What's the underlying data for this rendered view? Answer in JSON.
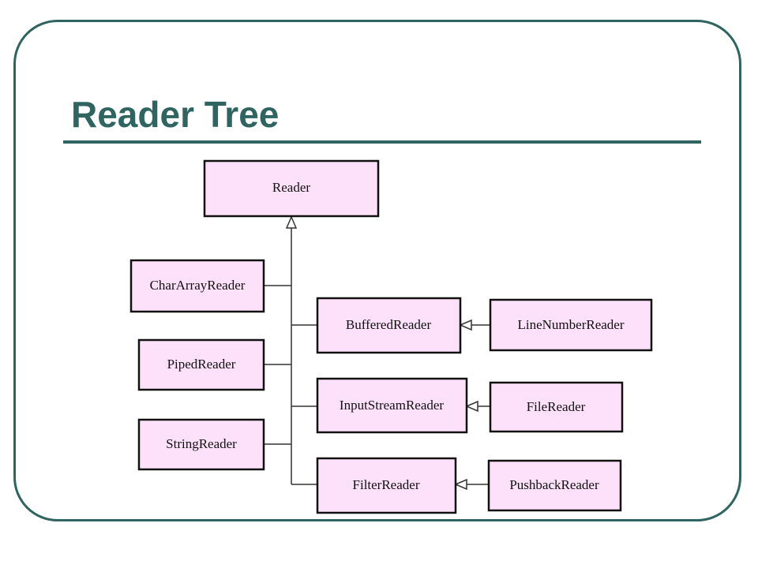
{
  "slide": {
    "title": "Reader Tree"
  },
  "colors": {
    "frame": "#2f6461",
    "title": "#2f6461",
    "node_fill": "#fde0f9",
    "node_stroke": "#111111",
    "edge": "#333333"
  },
  "diagram": {
    "nodes": {
      "reader": "Reader",
      "char_array_reader": "CharArrayReader",
      "piped_reader": "PipedReader",
      "string_reader": "StringReader",
      "buffered_reader": "BufferedReader",
      "input_stream_reader": "InputStreamReader",
      "filter_reader": "FilterReader",
      "line_number_reader": "LineNumberReader",
      "file_reader": "FileReader",
      "pushback_reader": "PushbackReader"
    },
    "edges": [
      {
        "from": "char_array_reader",
        "to": "reader",
        "type": "inherits"
      },
      {
        "from": "piped_reader",
        "to": "reader",
        "type": "inherits"
      },
      {
        "from": "string_reader",
        "to": "reader",
        "type": "inherits"
      },
      {
        "from": "buffered_reader",
        "to": "reader",
        "type": "inherits"
      },
      {
        "from": "input_stream_reader",
        "to": "reader",
        "type": "inherits"
      },
      {
        "from": "filter_reader",
        "to": "reader",
        "type": "inherits"
      },
      {
        "from": "line_number_reader",
        "to": "buffered_reader",
        "type": "inherits"
      },
      {
        "from": "file_reader",
        "to": "input_stream_reader",
        "type": "inherits"
      },
      {
        "from": "pushback_reader",
        "to": "filter_reader",
        "type": "inherits"
      }
    ]
  }
}
